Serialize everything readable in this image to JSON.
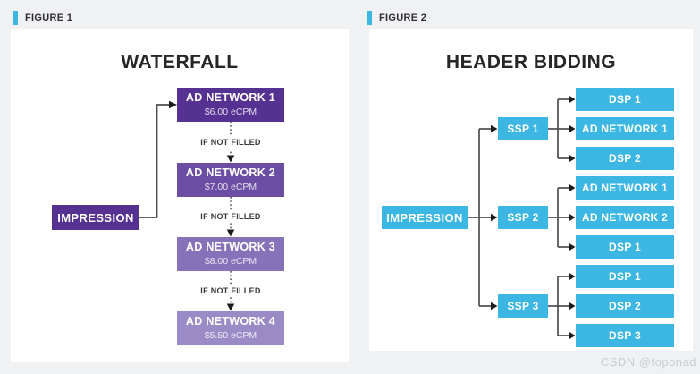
{
  "watermark": "CSDN @toponad",
  "colors": {
    "accent_cyan": "#3CB6E3",
    "purple_1": "#553192",
    "purple_2": "#6B4DA4",
    "purple_3": "#8672B8",
    "purple_4": "#9A8AC6",
    "connector_line": "#4D4D4F"
  },
  "figure1": {
    "tag": "FIGURE 1",
    "title": "WATERFALL",
    "impression": "IMPRESSION",
    "arrow_label": "IF NOT FILLED",
    "nodes": [
      {
        "label": "AD NETWORK 1",
        "ecpm": "$6.00 eCPM",
        "color": "#553192"
      },
      {
        "label": "AD NETWORK 2",
        "ecpm": "$7.00 eCPM",
        "color": "#6B4DA4"
      },
      {
        "label": "AD NETWORK 3",
        "ecpm": "$8.00 eCPM",
        "color": "#8672B8"
      },
      {
        "label": "AD NETWORK 4",
        "ecpm": "$5.50 eCPM",
        "color": "#9A8AC6"
      }
    ]
  },
  "figure2": {
    "tag": "FIGURE 2",
    "title": "HEADER BIDDING",
    "impression": "IMPRESSION",
    "ssps": [
      {
        "label": "SSP 1",
        "targets": [
          "DSP 1",
          "AD NETWORK 1",
          "DSP 2"
        ]
      },
      {
        "label": "SSP 2",
        "targets": [
          "AD NETWORK 1",
          "AD NETWORK 2",
          "DSP 1"
        ]
      },
      {
        "label": "SSP 3",
        "targets": [
          "DSP 1",
          "DSP 2",
          "DSP 3"
        ]
      }
    ]
  }
}
